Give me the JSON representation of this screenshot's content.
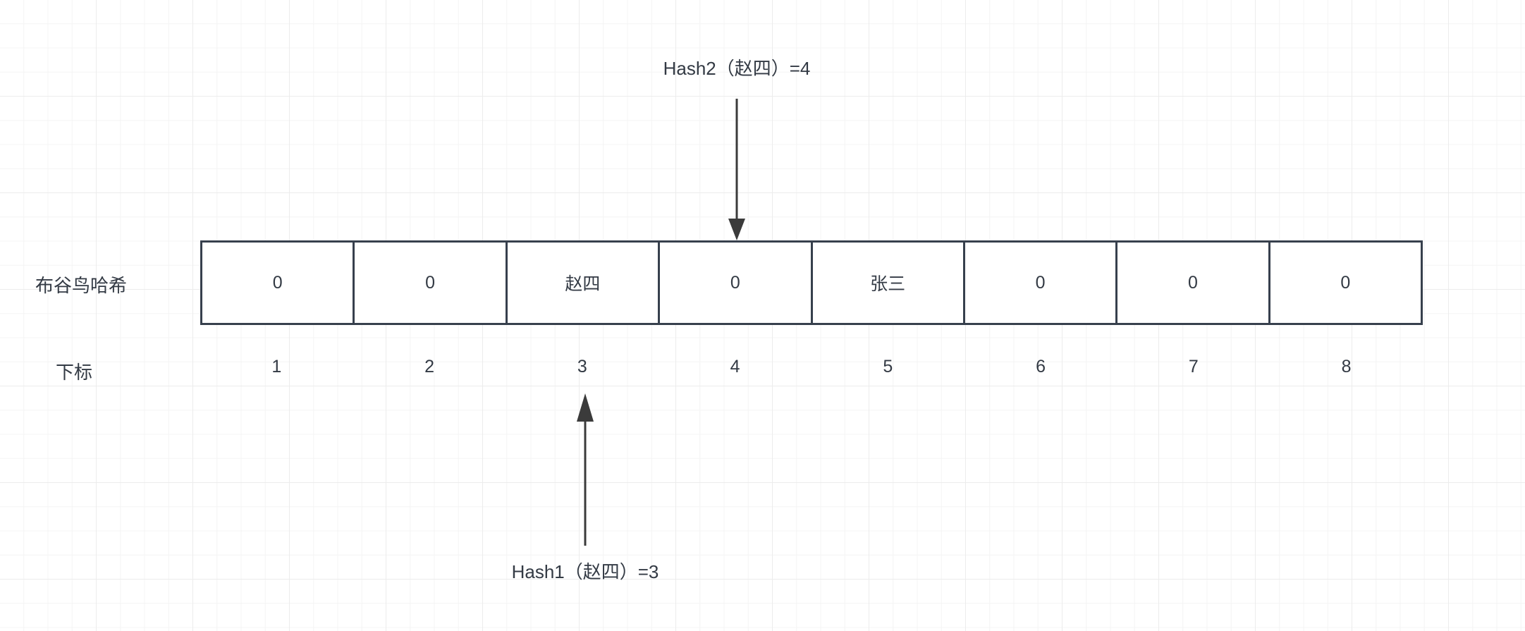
{
  "diagram": {
    "title_labels": {
      "array_row_label": "布谷鸟哈希",
      "index_row_label": "下标"
    },
    "table": {
      "cells": [
        {
          "index": "1",
          "value": "0"
        },
        {
          "index": "2",
          "value": "0"
        },
        {
          "index": "3",
          "value": "赵四"
        },
        {
          "index": "4",
          "value": "0"
        },
        {
          "index": "5",
          "value": "张三"
        },
        {
          "index": "6",
          "value": "0"
        },
        {
          "index": "7",
          "value": "0"
        },
        {
          "index": "8",
          "value": "0"
        }
      ]
    },
    "annotations": [
      {
        "name": "hash2",
        "text": "Hash2（赵四）=4",
        "target_index": "4",
        "direction": "down"
      },
      {
        "name": "hash1",
        "text": "Hash1（赵四）=3",
        "target_index": "3",
        "direction": "up"
      }
    ],
    "colors": {
      "border": "#37404d",
      "text": "#333a44",
      "arrow": "#3b3b3b",
      "grid_minor": "#f4f4f4",
      "grid_major": "#ececec",
      "background": "#ffffff"
    }
  }
}
